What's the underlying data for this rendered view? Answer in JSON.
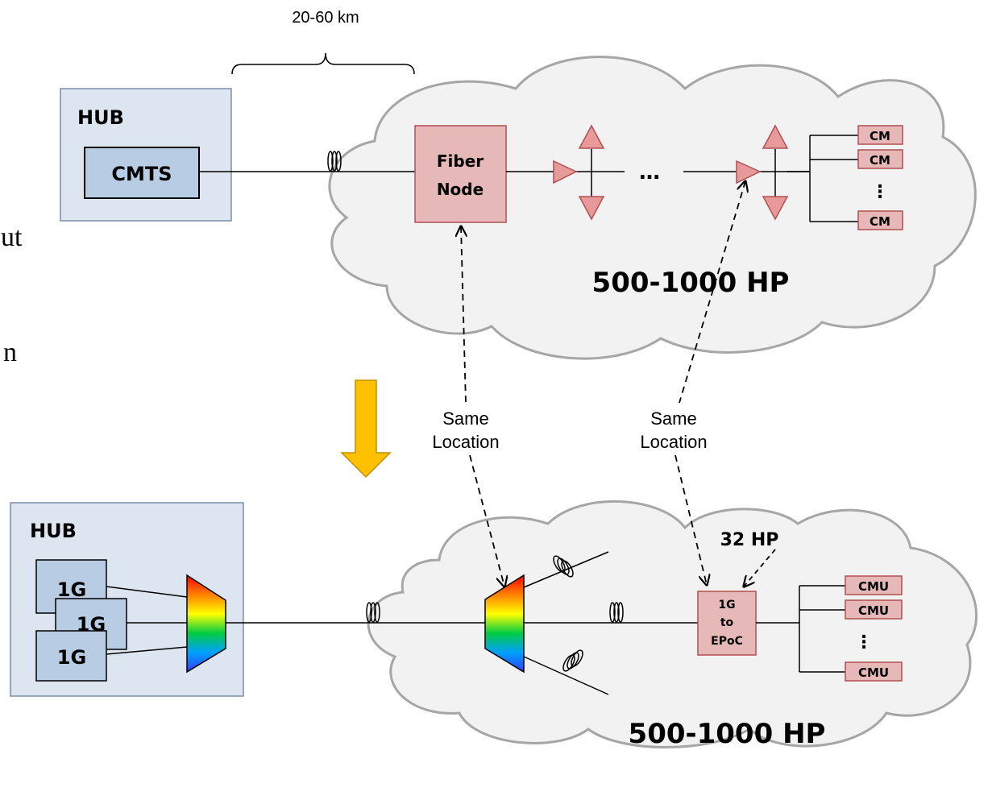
{
  "distance_label": "20-60 km",
  "side_text": [
    "ut",
    "n"
  ],
  "top": {
    "hub_label": "HUB",
    "cmts_label": "CMTS",
    "fiber_node_lines": [
      "Fiber",
      "Node"
    ],
    "ellipsis": "…",
    "cm_labels": [
      "CM",
      "CM",
      "CM"
    ],
    "cm_dots": "⋮",
    "homes_passed": "500-1000 HP"
  },
  "same_location_left": [
    "Same",
    "Location"
  ],
  "same_location_right": [
    "Same",
    "Location"
  ],
  "bottom": {
    "hub_label": "HUB",
    "olt_labels": [
      "1G",
      "1G",
      "1G"
    ],
    "hp_32": "32 HP",
    "converter_lines": [
      "1G",
      "to",
      "EPoC"
    ],
    "cmu_labels": [
      "CMU",
      "CMU",
      "CMU"
    ],
    "cmu_dots": "⋮",
    "homes_passed": "500-1000 HP"
  },
  "colors": {
    "hub_fill": "#dde6f0",
    "box_fill": "#b8cce4",
    "node_fill": "#e6b8b7",
    "node_stroke": "#b05050",
    "arrow": "#ffc000",
    "cloud_fill": "#f2f2f2",
    "cloud_stroke": "#a6a6a6"
  }
}
